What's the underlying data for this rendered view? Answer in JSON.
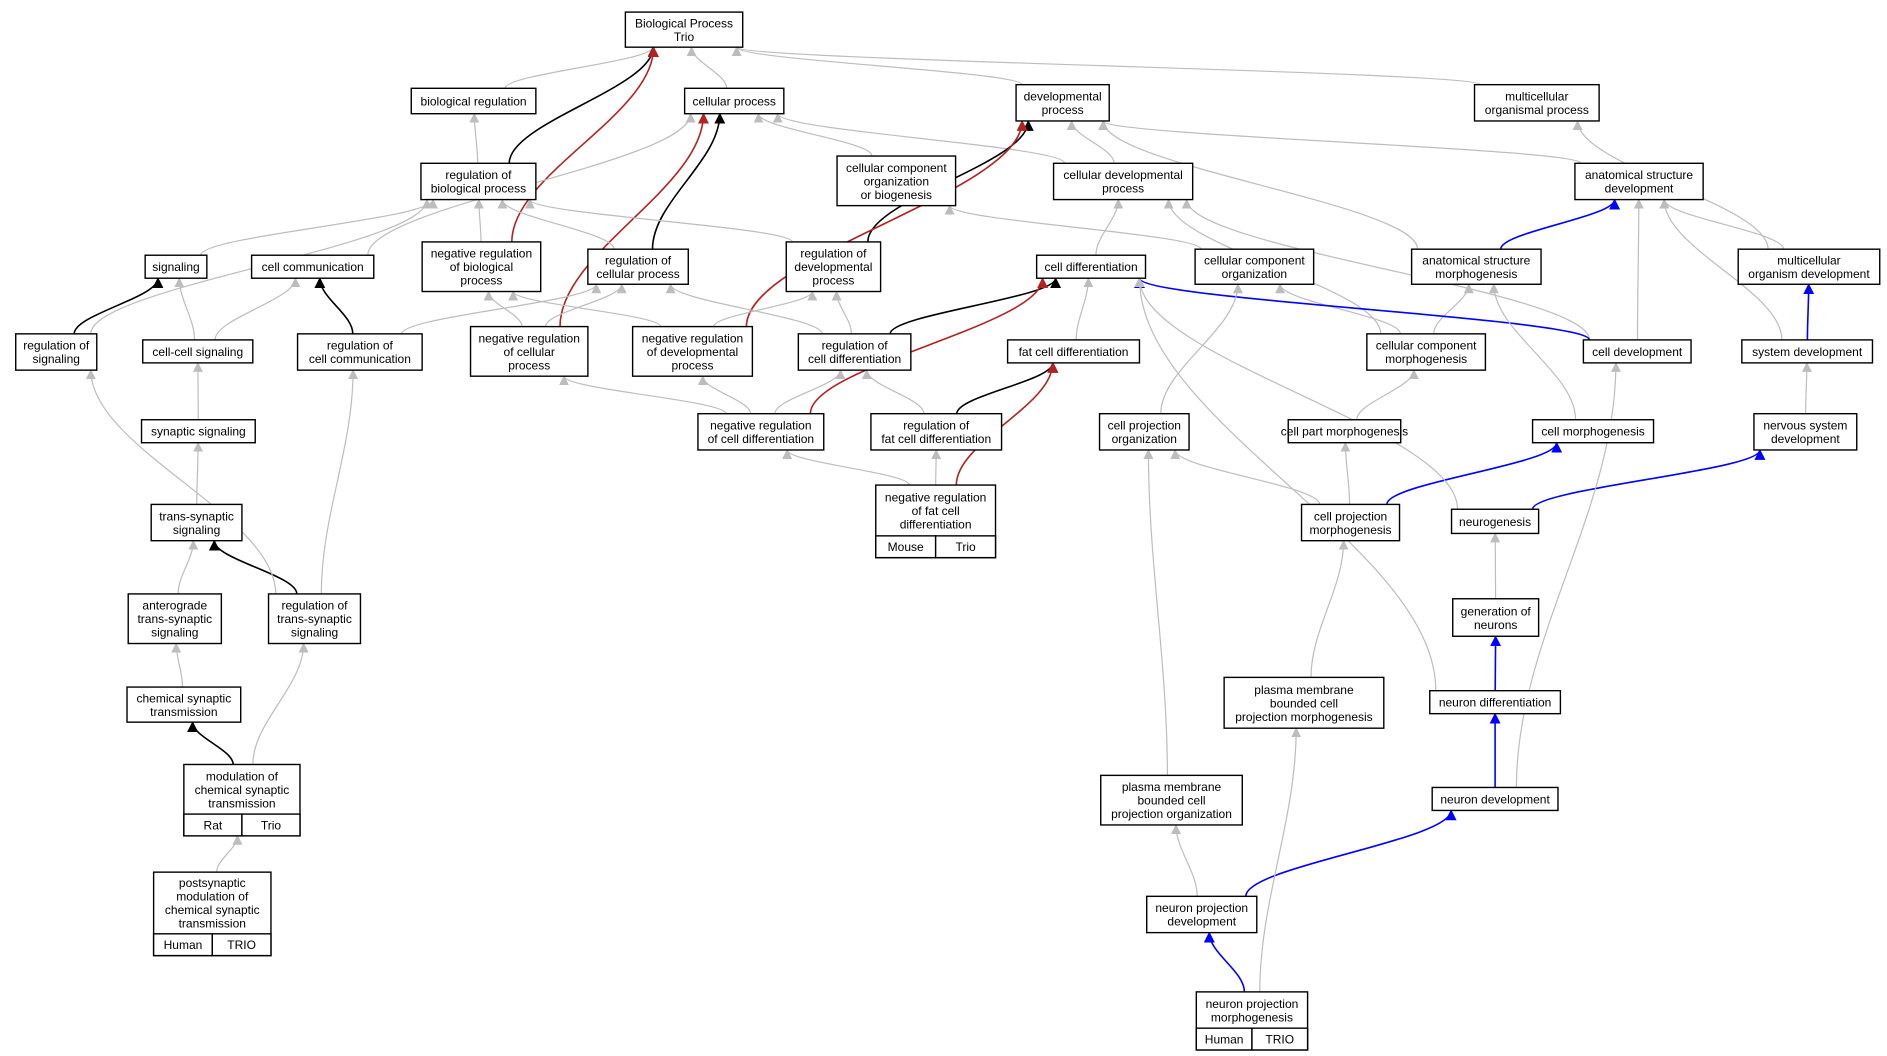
{
  "colors": {
    "gray": "#bdbdbd",
    "black": "#000000",
    "red": "#b22222",
    "blue": "#0000ff",
    "mouse": "#add8e6",
    "rat": "#ffd700",
    "human": "#ff6347"
  },
  "nodes": [
    {
      "id": "bp",
      "lines": [
        "Biological Process",
        "Trio"
      ]
    },
    {
      "id": "breg",
      "lines": [
        "biological regulation"
      ]
    },
    {
      "id": "cellproc",
      "lines": [
        "cellular process"
      ]
    },
    {
      "id": "devproc",
      "lines": [
        "developmental",
        "process"
      ]
    },
    {
      "id": "mcorg",
      "lines": [
        "multicellular",
        "organismal process"
      ]
    },
    {
      "id": "regbp",
      "lines": [
        "regulation of",
        "biological process"
      ]
    },
    {
      "id": "ccorgbio",
      "lines": [
        "cellular component",
        "organization",
        "or biogenesis"
      ]
    },
    {
      "id": "celldevproc",
      "lines": [
        "cellular developmental",
        "process"
      ]
    },
    {
      "id": "anatdev",
      "lines": [
        "anatomical structure",
        "development"
      ]
    },
    {
      "id": "signaling",
      "lines": [
        "signaling"
      ]
    },
    {
      "id": "cellcomm",
      "lines": [
        "cell communication"
      ]
    },
    {
      "id": "negregbp",
      "lines": [
        "negative regulation",
        "of biological",
        "process"
      ]
    },
    {
      "id": "regcp",
      "lines": [
        "regulation of",
        "cellular process"
      ]
    },
    {
      "id": "regdev",
      "lines": [
        "regulation of",
        "developmental",
        "process"
      ]
    },
    {
      "id": "celldiff",
      "lines": [
        "cell differentiation"
      ]
    },
    {
      "id": "ccorg",
      "lines": [
        "cellular component",
        "organization"
      ]
    },
    {
      "id": "anatmorph",
      "lines": [
        "anatomical structure",
        "morphogenesis"
      ]
    },
    {
      "id": "mcdev",
      "lines": [
        "multicellular",
        "organism development"
      ]
    },
    {
      "id": "regsig",
      "lines": [
        "regulation of",
        "signaling"
      ]
    },
    {
      "id": "ccsig",
      "lines": [
        "cell-cell signaling"
      ]
    },
    {
      "id": "regcomm",
      "lines": [
        "regulation of",
        "cell communication"
      ]
    },
    {
      "id": "negregcp",
      "lines": [
        "negative regulation",
        "of cellular",
        "process"
      ]
    },
    {
      "id": "negregdev",
      "lines": [
        "negative regulation",
        "of developmental",
        "process"
      ]
    },
    {
      "id": "regcd",
      "lines": [
        "regulation of",
        "cell differentiation"
      ]
    },
    {
      "id": "fatdiff",
      "lines": [
        "fat cell differentiation"
      ]
    },
    {
      "id": "ccmorph",
      "lines": [
        "cellular component",
        "morphogenesis"
      ]
    },
    {
      "id": "celldev",
      "lines": [
        "cell development"
      ]
    },
    {
      "id": "sysdev",
      "lines": [
        "system development"
      ]
    },
    {
      "id": "synsig",
      "lines": [
        "synaptic signaling"
      ]
    },
    {
      "id": "negregcd",
      "lines": [
        "negative regulation",
        "of cell differentiation"
      ]
    },
    {
      "id": "regfat",
      "lines": [
        "regulation of",
        "fat cell differentiation"
      ]
    },
    {
      "id": "cporg",
      "lines": [
        "cell projection",
        "organization"
      ]
    },
    {
      "id": "cpmorph",
      "lines": [
        "cell part morphogenesis"
      ]
    },
    {
      "id": "cellmorph",
      "lines": [
        "cell morphogenesis"
      ]
    },
    {
      "id": "nsdev",
      "lines": [
        "nervous system",
        "development"
      ]
    },
    {
      "id": "transsyn",
      "lines": [
        "trans-synaptic",
        "signaling"
      ]
    },
    {
      "id": "negregfat",
      "lines": [
        "negative regulation",
        "of fat cell",
        "differentiation"
      ],
      "cells": [
        {
          "label": "Mouse",
          "color": "mouse"
        },
        {
          "label": "Trio",
          "color": "mouse"
        }
      ]
    },
    {
      "id": "cprojmorph",
      "lines": [
        "cell projection",
        "morphogenesis"
      ]
    },
    {
      "id": "neurogen",
      "lines": [
        "neurogenesis"
      ]
    },
    {
      "id": "antero",
      "lines": [
        "anterograde",
        "trans-synaptic",
        "signaling"
      ]
    },
    {
      "id": "regtrans",
      "lines": [
        "regulation of",
        "trans-synaptic",
        "signaling"
      ]
    },
    {
      "id": "genneur",
      "lines": [
        "generation of",
        "neurons"
      ]
    },
    {
      "id": "chemsyn",
      "lines": [
        "chemical synaptic",
        "transmission"
      ]
    },
    {
      "id": "pmbcpm",
      "lines": [
        "plasma membrane",
        "bounded cell",
        "projection morphogenesis"
      ]
    },
    {
      "id": "neurdiff",
      "lines": [
        "neuron differentiation"
      ]
    },
    {
      "id": "modchem",
      "lines": [
        "modulation of",
        "chemical synaptic",
        "transmission"
      ],
      "cells": [
        {
          "label": "Rat",
          "color": "rat"
        },
        {
          "label": "Trio",
          "color": "rat"
        }
      ]
    },
    {
      "id": "pmbcpo",
      "lines": [
        "plasma membrane",
        "bounded cell",
        "projection organization"
      ]
    },
    {
      "id": "neurdev",
      "lines": [
        "neuron development"
      ]
    },
    {
      "id": "postsyn",
      "lines": [
        "postsynaptic",
        "modulation of",
        "chemical synaptic",
        "transmission"
      ],
      "cells": [
        {
          "label": "Human",
          "color": "human"
        },
        {
          "label": "TRIO",
          "color": "human"
        }
      ]
    },
    {
      "id": "npdev",
      "lines": [
        "neuron projection",
        "development"
      ]
    },
    {
      "id": "npmorph",
      "lines": [
        "neuron projection",
        "morphogenesis"
      ],
      "cells": [
        {
          "label": "Human",
          "color": "human"
        },
        {
          "label": "TRIO",
          "color": "human"
        }
      ]
    }
  ],
  "edges": [
    {
      "from": "breg",
      "to": "bp",
      "color": "gray"
    },
    {
      "from": "cellproc",
      "to": "bp",
      "color": "gray"
    },
    {
      "from": "devproc",
      "to": "bp",
      "color": "gray"
    },
    {
      "from": "mcorg",
      "to": "bp",
      "color": "gray"
    },
    {
      "from": "regbp",
      "to": "breg",
      "color": "gray"
    },
    {
      "from": "regbp",
      "to": "bp",
      "color": "black"
    },
    {
      "from": "negregbp",
      "to": "bp",
      "color": "red"
    },
    {
      "from": "ccorgbio",
      "to": "cellproc",
      "color": "gray"
    },
    {
      "from": "celldevproc",
      "to": "cellproc",
      "color": "gray"
    },
    {
      "from": "celldevproc",
      "to": "devproc",
      "color": "gray"
    },
    {
      "from": "anatdev",
      "to": "devproc",
      "color": "gray"
    },
    {
      "from": "mcdev",
      "to": "mcorg",
      "color": "gray"
    },
    {
      "from": "regdev",
      "to": "devproc",
      "color": "black"
    },
    {
      "from": "regcp",
      "to": "cellproc",
      "color": "black"
    },
    {
      "from": "negregcp",
      "to": "cellproc",
      "color": "red"
    },
    {
      "from": "negregdev",
      "to": "devproc",
      "color": "red"
    },
    {
      "from": "cellcomm",
      "to": "cellproc",
      "color": "gray"
    },
    {
      "from": "signaling",
      "to": "regbp",
      "color": "gray"
    },
    {
      "from": "negregbp",
      "to": "regbp",
      "color": "gray"
    },
    {
      "from": "regcp",
      "to": "regbp",
      "color": "gray"
    },
    {
      "from": "regdev",
      "to": "regbp",
      "color": "gray"
    },
    {
      "from": "regsig",
      "to": "regbp",
      "color": "gray"
    },
    {
      "from": "celldiff",
      "to": "celldevproc",
      "color": "gray"
    },
    {
      "from": "ccorg",
      "to": "ccorgbio",
      "color": "gray"
    },
    {
      "from": "ccmorph",
      "to": "celldevproc",
      "color": "gray"
    },
    {
      "from": "celldev",
      "to": "celldevproc",
      "color": "gray"
    },
    {
      "from": "anatmorph",
      "to": "anatdev",
      "color": "blue"
    },
    {
      "from": "anatmorph",
      "to": "devproc",
      "color": "gray"
    },
    {
      "from": "mcdev",
      "to": "anatdev",
      "color": "gray"
    },
    {
      "from": "celldev",
      "to": "anatdev",
      "color": "gray"
    },
    {
      "from": "sysdev",
      "to": "anatdev",
      "color": "gray"
    },
    {
      "from": "sysdev",
      "to": "mcdev",
      "color": "blue"
    },
    {
      "from": "regsig",
      "to": "signaling",
      "color": "black"
    },
    {
      "from": "ccsig",
      "to": "signaling",
      "color": "gray"
    },
    {
      "from": "ccsig",
      "to": "cellcomm",
      "color": "gray"
    },
    {
      "from": "regcomm",
      "to": "cellcomm",
      "color": "black"
    },
    {
      "from": "regcomm",
      "to": "regcp",
      "color": "gray"
    },
    {
      "from": "negregcp",
      "to": "regcp",
      "color": "gray"
    },
    {
      "from": "negregcp",
      "to": "negregbp",
      "color": "gray"
    },
    {
      "from": "negregdev",
      "to": "regdev",
      "color": "gray"
    },
    {
      "from": "negregdev",
      "to": "negregbp",
      "color": "gray"
    },
    {
      "from": "regcd",
      "to": "regdev",
      "color": "gray"
    },
    {
      "from": "regcd",
      "to": "regcp",
      "color": "gray"
    },
    {
      "from": "regcd",
      "to": "celldiff",
      "color": "black"
    },
    {
      "from": "fatdiff",
      "to": "celldiff",
      "color": "gray"
    },
    {
      "from": "ccmorph",
      "to": "ccorg",
      "color": "gray"
    },
    {
      "from": "ccmorph",
      "to": "anatmorph",
      "color": "gray"
    },
    {
      "from": "celldev",
      "to": "celldiff",
      "color": "blue"
    },
    {
      "from": "synsig",
      "to": "ccsig",
      "color": "gray"
    },
    {
      "from": "negregcd",
      "to": "regcd",
      "color": "gray"
    },
    {
      "from": "negregcd",
      "to": "negregcp",
      "color": "gray"
    },
    {
      "from": "negregcd",
      "to": "negregdev",
      "color": "gray"
    },
    {
      "from": "negregcd",
      "to": "celldiff",
      "color": "red"
    },
    {
      "from": "regfat",
      "to": "regcd",
      "color": "gray"
    },
    {
      "from": "regfat",
      "to": "fatdiff",
      "color": "black"
    },
    {
      "from": "cporg",
      "to": "ccorg",
      "color": "gray"
    },
    {
      "from": "cpmorph",
      "to": "ccmorph",
      "color": "gray"
    },
    {
      "from": "cellmorph",
      "to": "anatmorph",
      "color": "gray"
    },
    {
      "from": "nsdev",
      "to": "sysdev",
      "color": "gray"
    },
    {
      "from": "transsyn",
      "to": "synsig",
      "color": "gray"
    },
    {
      "from": "negregfat",
      "to": "regfat",
      "color": "gray"
    },
    {
      "from": "negregfat",
      "to": "negregcd",
      "color": "gray"
    },
    {
      "from": "negregfat",
      "to": "fatdiff",
      "color": "red"
    },
    {
      "from": "cprojmorph",
      "to": "cporg",
      "color": "gray"
    },
    {
      "from": "cprojmorph",
      "to": "cpmorph",
      "color": "gray"
    },
    {
      "from": "cprojmorph",
      "to": "cellmorph",
      "color": "blue"
    },
    {
      "from": "neurogen",
      "to": "nsdev",
      "color": "blue"
    },
    {
      "from": "neurogen",
      "to": "celldiff",
      "color": "gray"
    },
    {
      "from": "antero",
      "to": "transsyn",
      "color": "gray"
    },
    {
      "from": "regtrans",
      "to": "transsyn",
      "color": "black"
    },
    {
      "from": "regtrans",
      "to": "regcomm",
      "color": "gray"
    },
    {
      "from": "regtrans",
      "to": "regsig",
      "color": "gray"
    },
    {
      "from": "genneur",
      "to": "neurogen",
      "color": "gray"
    },
    {
      "from": "chemsyn",
      "to": "antero",
      "color": "gray"
    },
    {
      "from": "pmbcpm",
      "to": "cprojmorph",
      "color": "gray"
    },
    {
      "from": "neurdiff",
      "to": "genneur",
      "color": "blue"
    },
    {
      "from": "neurdiff",
      "to": "celldiff",
      "color": "gray"
    },
    {
      "from": "modchem",
      "to": "chemsyn",
      "color": "black"
    },
    {
      "from": "modchem",
      "to": "regtrans",
      "color": "gray"
    },
    {
      "from": "pmbcpo",
      "to": "cporg",
      "color": "gray"
    },
    {
      "from": "neurdev",
      "to": "neurdiff",
      "color": "blue"
    },
    {
      "from": "neurdev",
      "to": "celldev",
      "color": "gray"
    },
    {
      "from": "postsyn",
      "to": "modchem",
      "color": "gray"
    },
    {
      "from": "npdev",
      "to": "pmbcpo",
      "color": "gray"
    },
    {
      "from": "npdev",
      "to": "neurdev",
      "color": "blue"
    },
    {
      "from": "npmorph",
      "to": "npdev",
      "color": "blue"
    },
    {
      "from": "npmorph",
      "to": "pmbcpm",
      "color": "gray"
    }
  ]
}
